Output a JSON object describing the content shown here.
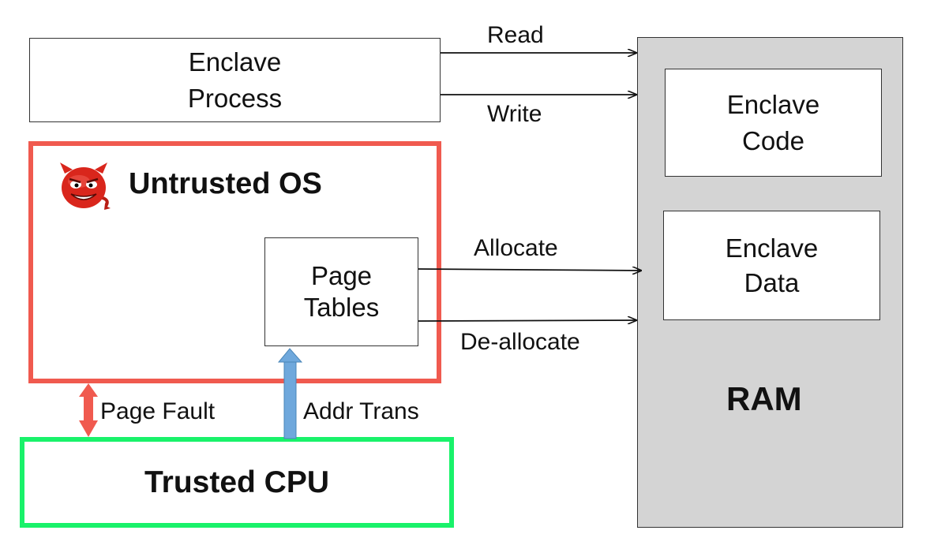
{
  "enclave_process": {
    "line1": "Enclave",
    "line2": "Process"
  },
  "untrusted_os": {
    "title": "Untrusted OS"
  },
  "page_tables": {
    "line1": "Page",
    "line2": "Tables"
  },
  "trusted_cpu": {
    "label": "Trusted CPU"
  },
  "ram": {
    "label": "RAM",
    "enclave_code": {
      "line1": "Enclave",
      "line2": "Code"
    },
    "enclave_data": {
      "line1": "Enclave",
      "line2": "Data"
    }
  },
  "arrows": {
    "read": "Read",
    "write": "Write",
    "allocate": "Allocate",
    "deallocate": "De-allocate",
    "page_fault": "Page Fault",
    "addr_trans": "Addr Trans"
  },
  "colors": {
    "untrusted_border": "#f05a4f",
    "trusted_border": "#19f26a",
    "ram_fill": "#d4d4d4",
    "page_fault_arrow": "#f05a4f",
    "addr_trans_arrow": "#6fa8dc",
    "devil_red": "#d9261c"
  },
  "icons": {
    "devil": "devil-face-icon"
  }
}
